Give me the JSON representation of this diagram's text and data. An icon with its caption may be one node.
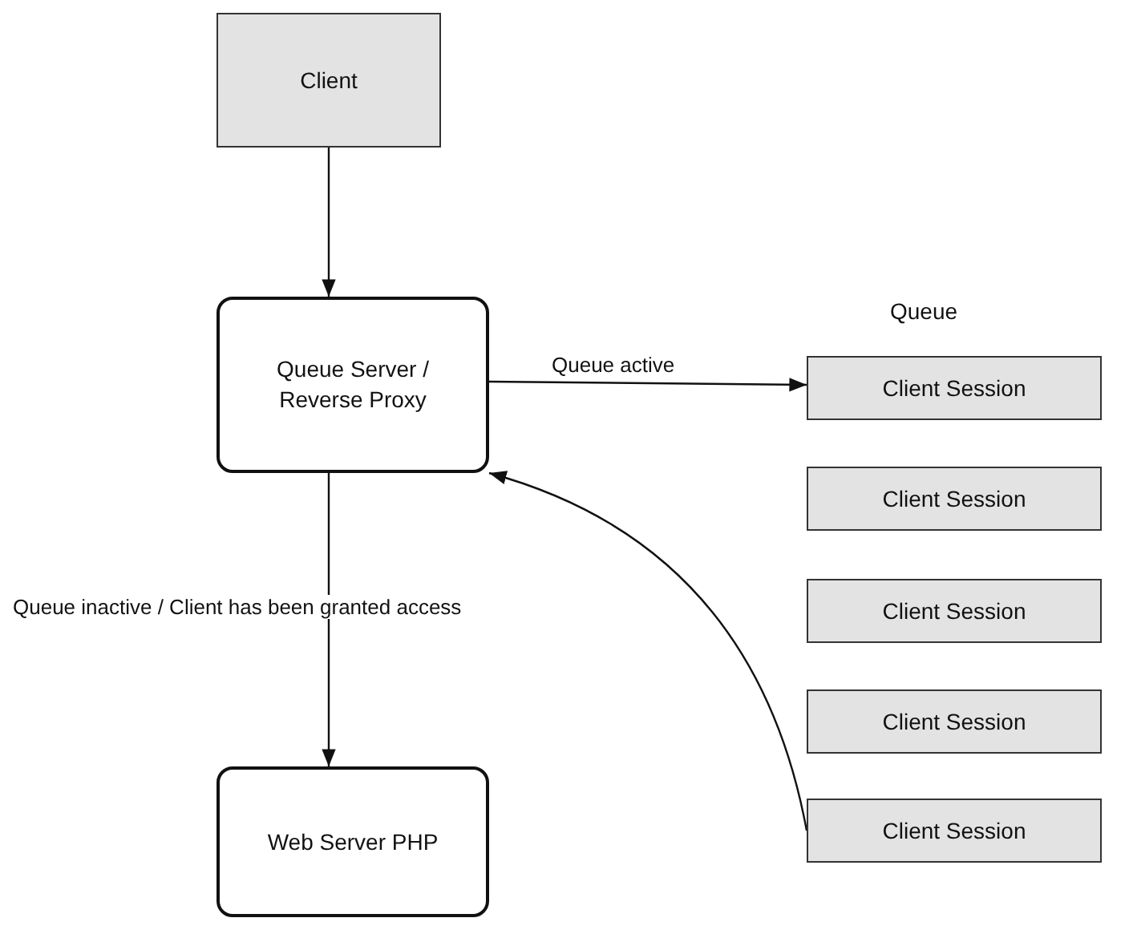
{
  "diagram": {
    "nodes": [
      {
        "text": [
          "Client"
        ]
      },
      {
        "text": [
          "Queue Server / Reverse Proxy"
        ]
      },
      {
        "text": [
          "Client Session"
        ]
      },
      {
        "text": [
          "Client Session"
        ]
      },
      {
        "text": [
          "Client Session"
        ]
      },
      {
        "text": [
          "Client Session"
        ]
      },
      {
        "text": [
          "Client Session"
        ]
      },
      {
        "text": [
          "Web Server PHP"
        ]
      }
    ],
    "edges": [
      {
        "from": 0,
        "to": 1,
        "arrow": "to"
      },
      {
        "from": 1,
        "to": 2,
        "arrow": "to",
        "label": "Queue active"
      },
      {
        "from": 6,
        "to": 1,
        "arrow": "to"
      },
      {
        "from": 1,
        "to": 7,
        "arrow": "to",
        "label": "Queue inactive / Client has been granted access"
      }
    ],
    "labels": [
      "Queue"
    ]
  }
}
